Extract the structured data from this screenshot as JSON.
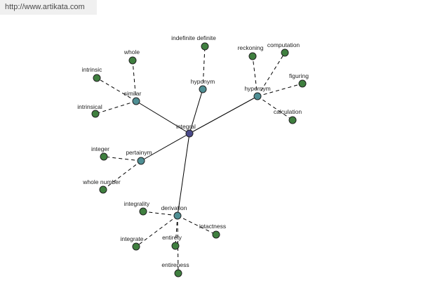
{
  "banner": {
    "url": "http://www.artikata.com"
  },
  "graph": {
    "center": {
      "label": "integral",
      "color": "#4a4a8a"
    },
    "relations": [
      {
        "id": "similar",
        "label": "similar"
      },
      {
        "id": "hyponym",
        "label": "hyponym"
      },
      {
        "id": "hypernym",
        "label": "hypernym"
      },
      {
        "id": "pertainym",
        "label": "pertainym"
      },
      {
        "id": "derivation",
        "label": "derivation"
      }
    ],
    "terms": [
      {
        "label": "whole",
        "relation": "similar"
      },
      {
        "label": "intrinsic",
        "relation": "similar"
      },
      {
        "label": "intrinsical",
        "relation": "similar"
      },
      {
        "label": "indefinite definite",
        "relation": "hyponym"
      },
      {
        "label": "reckoning",
        "relation": "hypernym"
      },
      {
        "label": "computation",
        "relation": "hypernym"
      },
      {
        "label": "figuring",
        "relation": "hypernym"
      },
      {
        "label": "calculation",
        "relation": "hypernym"
      },
      {
        "label": "integer",
        "relation": "pertainym"
      },
      {
        "label": "whole number",
        "relation": "pertainym"
      },
      {
        "label": "integrality",
        "relation": "derivation"
      },
      {
        "label": "integrate",
        "relation": "derivation"
      },
      {
        "label": "entirety",
        "relation": "derivation"
      },
      {
        "label": "entireness",
        "relation": "derivation"
      },
      {
        "label": "intactness",
        "relation": "derivation"
      }
    ],
    "colors": {
      "relation": "#4f8f94",
      "term": "#3f7f3f",
      "edge": "#000000"
    }
  }
}
